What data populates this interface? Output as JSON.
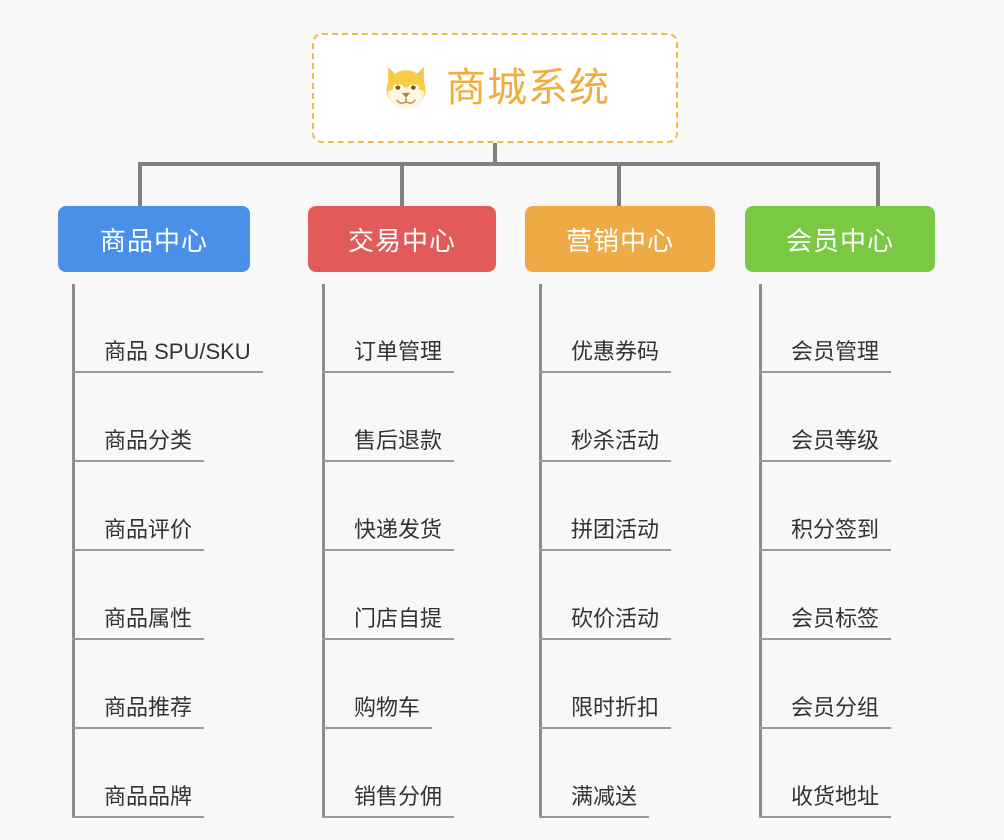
{
  "diagram": {
    "type": "mind-map",
    "background_color": "#f8f8f8",
    "root": {
      "title": "商城系统",
      "icon": "shiba-dog-face-emoji",
      "text_color": "#f0ad3c",
      "border_color": "#f3bb45",
      "border_style": "dashed",
      "background_color": "#ffffff"
    },
    "connector_color": "#808080",
    "branches": [
      {
        "label": "商品中心",
        "color": "#4a90e8",
        "items": [
          "商品 SPU/SKU",
          "商品分类",
          "商品评价",
          "商品属性",
          "商品推荐",
          "商品品牌"
        ]
      },
      {
        "label": "交易中心",
        "color": "#e35b58",
        "items": [
          "订单管理",
          "售后退款",
          "快递发货",
          "门店自提",
          "购物车",
          "销售分佣"
        ]
      },
      {
        "label": "营销中心",
        "color": "#eeaa44",
        "items": [
          "优惠券码",
          "秒杀活动",
          "拼团活动",
          "砍价活动",
          "限时折扣",
          "满减送"
        ]
      },
      {
        "label": "会员中心",
        "color": "#7ac943",
        "items": [
          "会员管理",
          "会员等级",
          "积分签到",
          "会员标签",
          "会员分组",
          "收货地址"
        ]
      }
    ]
  }
}
